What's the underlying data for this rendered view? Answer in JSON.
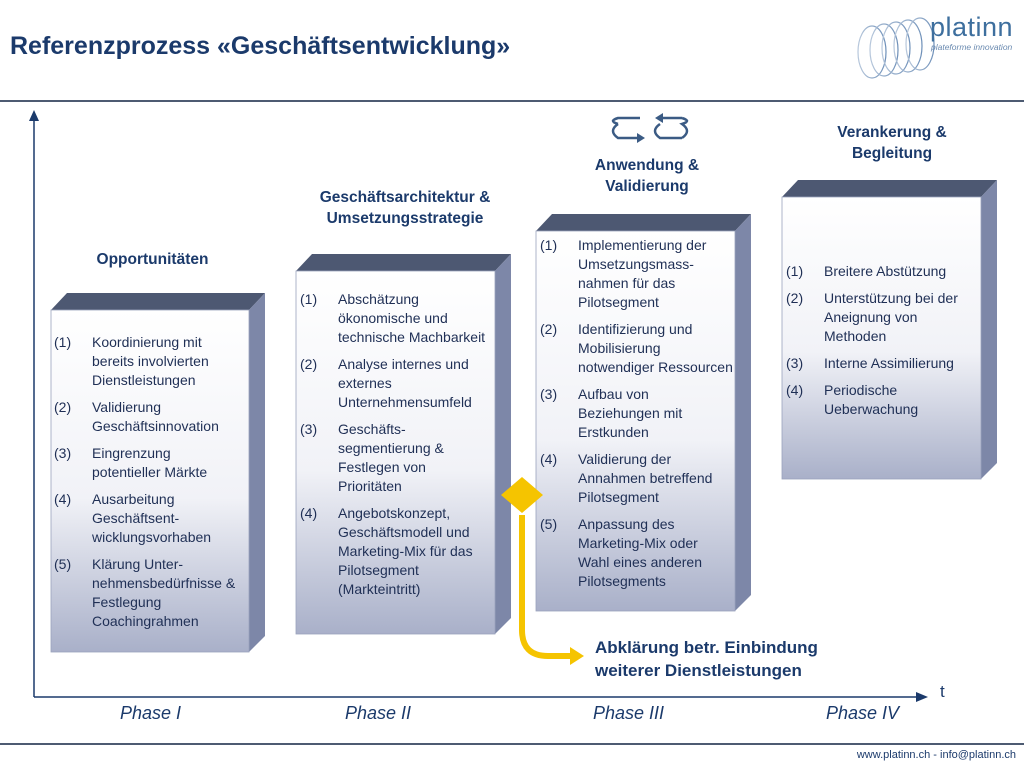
{
  "title": "Referenzprozess «Geschäftsentwicklung»",
  "logo": {
    "name": "platinn",
    "tagline": "plateforme innovation"
  },
  "footer": "www.platinn.ch - info@platinn.ch",
  "axis": {
    "time_label": "t"
  },
  "phases": [
    {
      "heading": "Opportunitäten",
      "label": "Phase I",
      "items": [
        {
          "num": "(1)",
          "text": "Koordinierung mit bereits involvierten Dienstleistungen"
        },
        {
          "num": "(2)",
          "text": "Validierung Geschäftsinnovation"
        },
        {
          "num": "(3)",
          "text": "Eingrenzung potentieller Märkte"
        },
        {
          "num": "(4)",
          "text": "Ausarbeitung Geschäftsent-wicklungsvorhaben"
        },
        {
          "num": "(5)",
          "text": "Klärung Unter-nehmensbedürfnisse & Festlegung Coachingrahmen"
        }
      ]
    },
    {
      "heading": "Geschäftsarchitektur & Umsetzungsstrategie",
      "label": "Phase II",
      "items": [
        {
          "num": "(1)",
          "text": "Abschätzung ökonomische und technische Machbarkeit"
        },
        {
          "num": "(2)",
          "text": "Analyse internes und externes Unternehmensumfeld"
        },
        {
          "num": "(3)",
          "text": "Geschäfts-segmentierung & Festlegen von Prioritäten"
        },
        {
          "num": "(4)",
          "text": "Angebotskonzept, Geschäftsmodell und Marketing-Mix für das Pilotsegment (Markteintritt)"
        }
      ]
    },
    {
      "heading": "Anwendung & Validierung",
      "label": "Phase III",
      "items": [
        {
          "num": "(1)",
          "text": "Implementierung der Umsetzungsmass-nahmen für das Pilotsegment"
        },
        {
          "num": "(2)",
          "text": "Identifizierung und Mobilisierung notwendiger Ressourcen"
        },
        {
          "num": "(3)",
          "text": "Aufbau von Beziehungen mit Erstkunden"
        },
        {
          "num": "(4)",
          "text": "Validierung der Annahmen betreffend Pilotsegment"
        },
        {
          "num": "(5)",
          "text": "Anpassung des Marketing-Mix oder Wahl eines anderen Pilotsegments"
        }
      ]
    },
    {
      "heading": "Verankerung & Begleitung",
      "label": "Phase IV",
      "items": [
        {
          "num": "(1)",
          "text": "Breitere Abstützung"
        },
        {
          "num": "(2)",
          "text": "Unterstützung bei der Aneignung von Methoden"
        },
        {
          "num": "(3)",
          "text": "Interne Assimilierung"
        },
        {
          "num": "(4)",
          "text": "Periodische Ueberwachung"
        }
      ]
    }
  ],
  "callout": "Abklärung betr.  Einbindung weiterer Dienstleistungen",
  "colors": {
    "title": "#1b3a6b",
    "box_top": "#4d5872",
    "box_side": "#7d87a8",
    "arrow_gold": "#f5c400",
    "axis": "#1b3a6b"
  }
}
